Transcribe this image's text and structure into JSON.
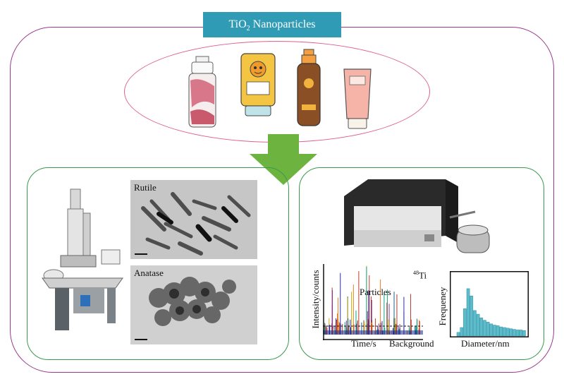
{
  "header": {
    "title_main": "TiO",
    "title_sub": "2",
    "title_rest": " Nanoparticles"
  },
  "tem": {
    "rutile_label": "Rutile",
    "anatase_label": "Anatase"
  },
  "spicpms": {
    "ylabel": "Intensity/counts",
    "xlabel": "Time/s",
    "background_label": "Background",
    "particles_label": "Particles",
    "isotope_mass": "48",
    "isotope_symbol": "Ti"
  },
  "histogram": {
    "ylabel": "Frequeney",
    "xlabel": "Diameter/nm"
  },
  "colors": {
    "outer_border": "#9b3a8d",
    "title_bg": "#2f9bb4",
    "ellipse_border": "#e06090",
    "panel_border": "#3a9a4a",
    "arrow": "#6cb33f",
    "histogram_bar": "#5bbccc"
  }
}
